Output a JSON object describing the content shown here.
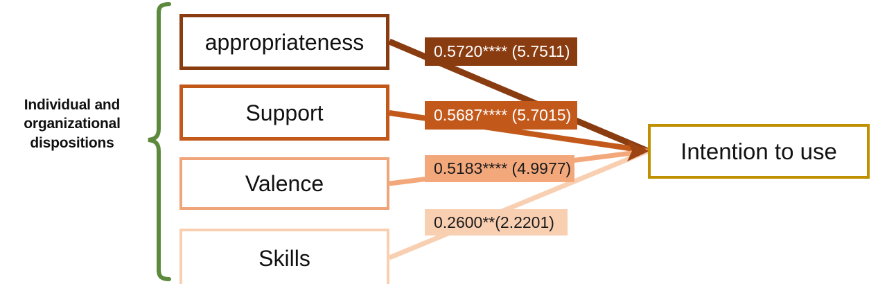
{
  "diagram": {
    "group_label": "Individual and organizational dispositions",
    "outcome": {
      "label": "Intention to use",
      "border_color": "#bf9000"
    },
    "predictors": [
      {
        "name": "appropriateness",
        "label": "appropriateness",
        "border_color": "#8a3c11",
        "path": {
          "label": "0.5720**** (5.7511)",
          "coefficient": "0.5720",
          "significance": "****",
          "t_value": "(5.7511)",
          "color": "#8a3c11",
          "text_color": "#ffffff"
        }
      },
      {
        "name": "support",
        "label": "Support",
        "border_color": "#c2591b",
        "path": {
          "label": "0.5687**** (5.7015)",
          "coefficient": "0.5687",
          "significance": "****",
          "t_value": "(5.7015)",
          "color": "#c2591b",
          "text_color": "#ffffff"
        }
      },
      {
        "name": "valence",
        "label": "Valence",
        "border_color": "#f0a479",
        "path": {
          "label": "0.5183**** (4.9977)",
          "coefficient": "0.5183",
          "significance": "****",
          "t_value": "(4.9977)",
          "color": "#f3a87c",
          "text_color": "#1a1a1a"
        }
      },
      {
        "name": "skills",
        "label": "Skills",
        "border_color": "#f9cfb2",
        "path": {
          "label": "0.2600**(2.2201)",
          "coefficient": "0.2600",
          "significance": "**",
          "t_value": "(2.2201)",
          "color": "#f9cfb2",
          "text_color": "#1a1a1a"
        }
      }
    ],
    "brace_color": "#5c8a3c"
  }
}
